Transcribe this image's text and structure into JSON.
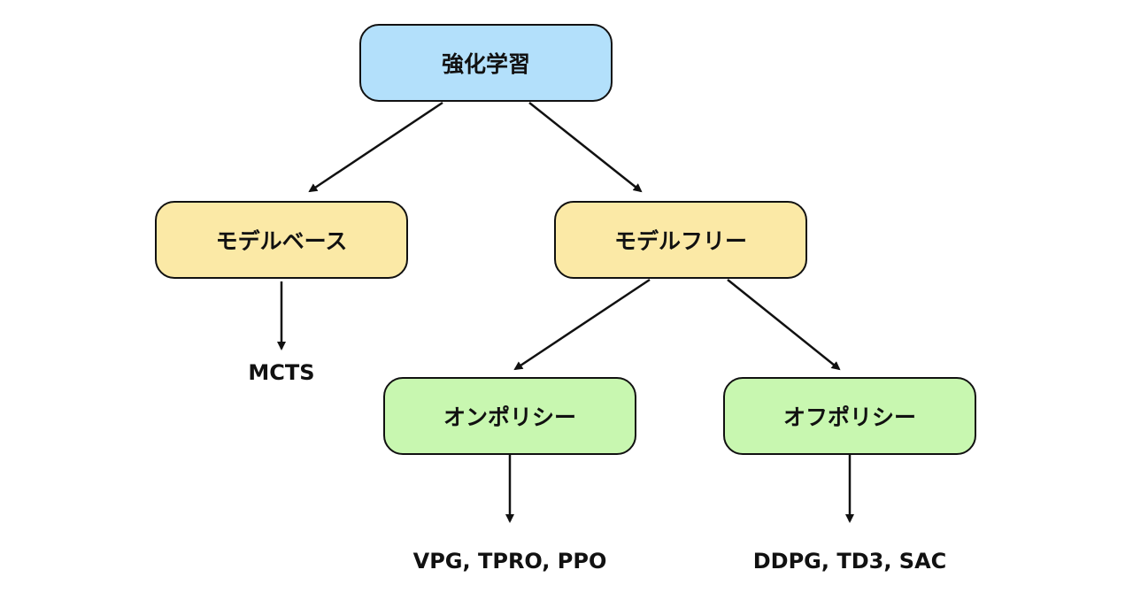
{
  "nodes": {
    "root": {
      "label": "強化学習",
      "color": "#b3e0fb"
    },
    "model_based": {
      "label": "モデルベース",
      "color": "#fbe9a6"
    },
    "model_free": {
      "label": "モデルフリー",
      "color": "#fbe9a6"
    },
    "on_policy": {
      "label": "オンポリシー",
      "color": "#c8f7b0"
    },
    "off_policy": {
      "label": "オフポリシー",
      "color": "#c8f7b0"
    }
  },
  "leaves": {
    "model_based": "MCTS",
    "on_policy": "VPG, TPRO, PPO",
    "off_policy": "DDPG, TD3, SAC"
  }
}
